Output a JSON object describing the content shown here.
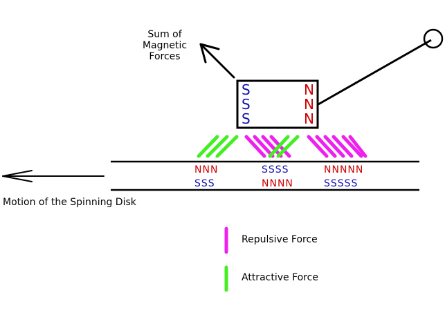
{
  "labels": {
    "sum_forces": [
      "Sum of",
      "Magnetic",
      "Forces"
    ],
    "motion": "Motion of the Spinning Disk",
    "legend_repulsive": "Repulsive Force",
    "legend_attractive": "Attractive Force"
  },
  "magnet": {
    "left_poles": [
      "S",
      "S",
      "S"
    ],
    "right_poles": [
      "N",
      "N",
      "N"
    ]
  },
  "disk": {
    "top_row": [
      "NNN",
      "SSSS",
      "NNNNN"
    ],
    "bottom_row": [
      "SSS",
      "NNNN",
      "SSSSS"
    ]
  },
  "colors": {
    "south": "#1010b0",
    "north": "#cc0000",
    "repulsive": "#ee20ee",
    "attractive": "#44ee22",
    "line": "#000000"
  }
}
